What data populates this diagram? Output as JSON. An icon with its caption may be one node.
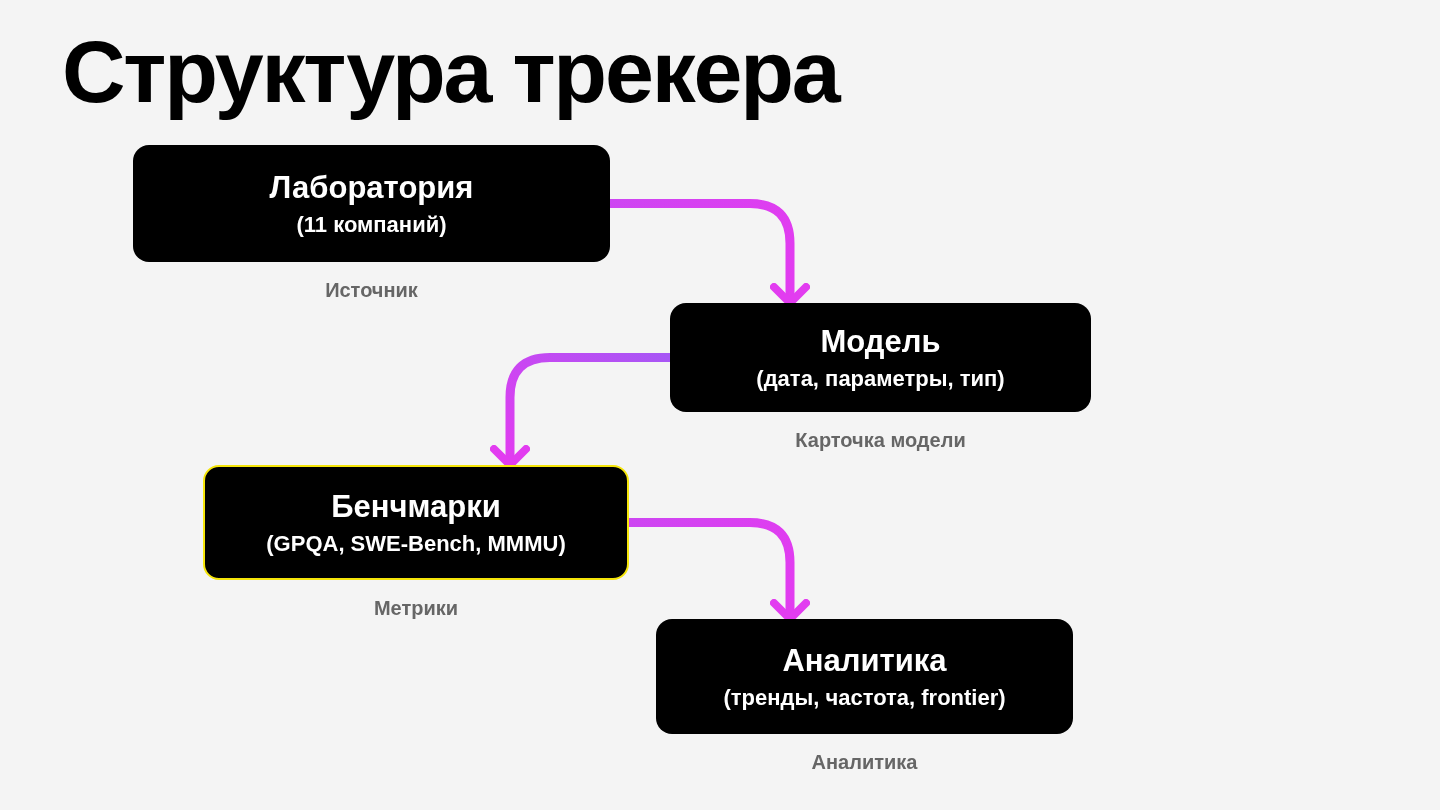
{
  "diagram": {
    "title": "Структура трекера",
    "nodes": [
      {
        "text": [
          "Лаборатория",
          "(11 компаний)"
        ],
        "beside": [
          "Источник"
        ]
      },
      {
        "text": [
          "Модель",
          "(дата, параметры, тип)"
        ],
        "beside": [
          "Карточка модели"
        ]
      },
      {
        "text": [
          "Бенчмарки",
          "(GPQA, SWE-Bench, MMMU)"
        ],
        "beside": [
          "Метрики"
        ]
      },
      {
        "text": [
          "Аналитика",
          "(тренды, частота, frontier)"
        ],
        "beside": [
          "Аналитика"
        ]
      }
    ],
    "edges": [
      {
        "from": 0,
        "to": 1,
        "arrow": "to"
      },
      {
        "from": 1,
        "to": 2,
        "arrow": "to"
      },
      {
        "from": 2,
        "to": 3,
        "arrow": "to"
      }
    ]
  }
}
